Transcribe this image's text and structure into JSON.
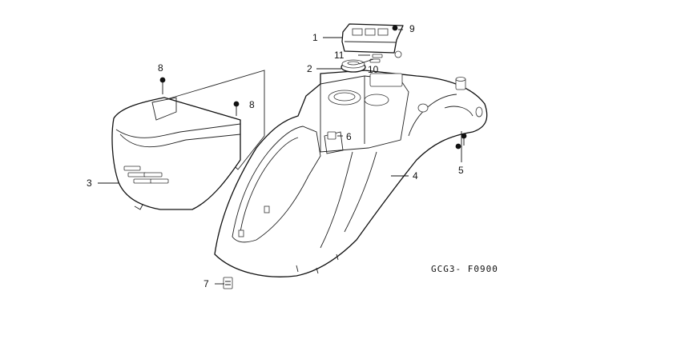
{
  "diagram": {
    "callouts": [
      {
        "key": "c1",
        "label": "1"
      },
      {
        "key": "c2",
        "label": "2"
      },
      {
        "key": "c3",
        "label": "3"
      },
      {
        "key": "c4",
        "label": "4"
      },
      {
        "key": "c5",
        "label": "5"
      },
      {
        "key": "c6",
        "label": "6"
      },
      {
        "key": "c7",
        "label": "7"
      },
      {
        "key": "c8a",
        "label": "8"
      },
      {
        "key": "c8b",
        "label": "8"
      },
      {
        "key": "c9",
        "label": "9"
      },
      {
        "key": "c10",
        "label": "10"
      },
      {
        "key": "c11",
        "label": "11"
      }
    ],
    "figure_code": "GCG3- F0900"
  }
}
